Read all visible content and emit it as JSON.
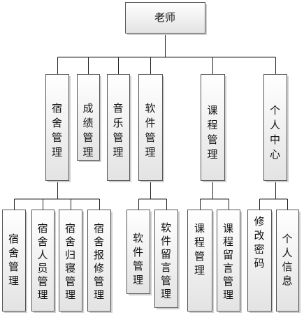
{
  "root": {
    "label": "老师"
  },
  "modules": [
    {
      "label": "宿舍管理"
    },
    {
      "label": "成绩管理"
    },
    {
      "label": "音乐管理"
    },
    {
      "label": "软件管理"
    },
    {
      "label": "课程管理"
    },
    {
      "label": "个人中心"
    }
  ],
  "submodules": [
    {
      "label": "宿舍管理",
      "parent": 0
    },
    {
      "label": "宿舍人员管理",
      "parent": 0
    },
    {
      "label": "宿舍归寝管理",
      "parent": 0
    },
    {
      "label": "宿舍报修管理",
      "parent": 0
    },
    {
      "label": "软件管理",
      "parent": 3
    },
    {
      "label": "软件留言管理",
      "parent": 3
    },
    {
      "label": "课程管理",
      "parent": 4
    },
    {
      "label": "课程留言管理",
      "parent": 4
    },
    {
      "label": "修改密码",
      "parent": 5
    },
    {
      "label": "个人信息",
      "parent": 5
    }
  ]
}
